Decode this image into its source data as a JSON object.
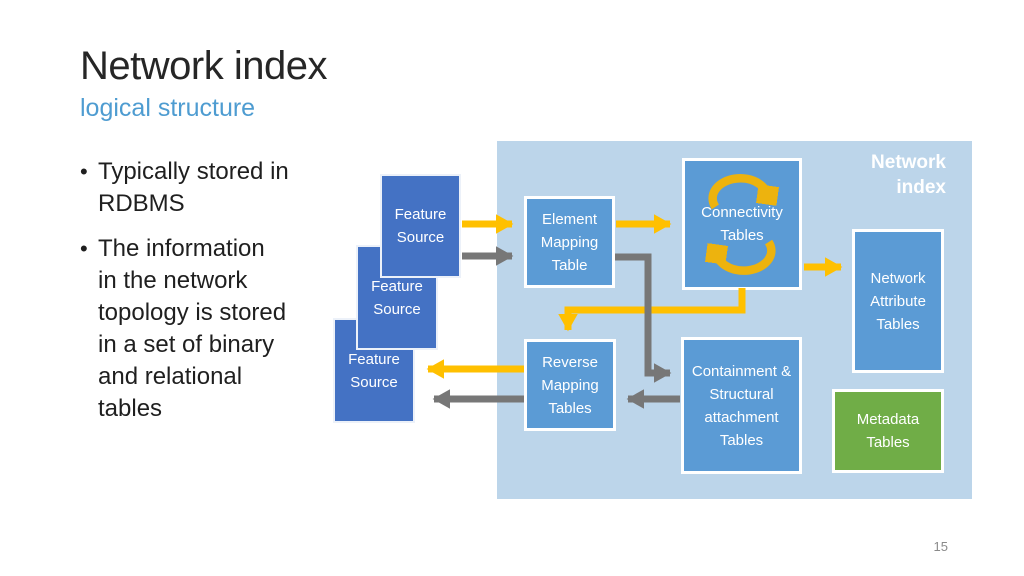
{
  "slide": {
    "title": "Network index",
    "subtitle": "logical structure",
    "bullet_marker": "•",
    "bullets": [
      "Typically stored in RDBMS",
      "The information in the network topology is stored in a set of binary and relational tables"
    ],
    "page_number": "15"
  },
  "diagram": {
    "overlay_label": "Network index",
    "colors": {
      "subtitle": "#4E9CD1",
      "panel_bg": "#BCD5EA",
      "feature_box": "#4472C4",
      "table_box": "#5B9BD5",
      "metadata_box": "#70AD47",
      "arrow_gold": "#FFC000",
      "arrow_gray": "#777777",
      "icon_gold": "#EDB30E"
    },
    "nodes": {
      "feature_source_1": "Feature Source",
      "feature_source_2": "Feature Source",
      "feature_source_3": "Feature Source",
      "element_mapping": "Element Mapping Table",
      "connectivity": "Connectivity Tables",
      "network_attribute": "Network Attribute Tables",
      "reverse_mapping": "Reverse Mapping Tables",
      "containment": "Containment & Structural attachment Tables",
      "metadata": "Metadata Tables"
    },
    "edges": [
      {
        "from": "Feature Source",
        "to": "Element Mapping Table",
        "color": "gold"
      },
      {
        "from": "Feature Source",
        "to": "Element Mapping Table",
        "color": "gray"
      },
      {
        "from": "Element Mapping Table",
        "to": "Connectivity Tables",
        "color": "gold"
      },
      {
        "from": "Element Mapping Table",
        "to": "Containment & Structural attachment Tables",
        "color": "gray"
      },
      {
        "from": "Connectivity Tables",
        "to": "Network Attribute Tables",
        "color": "gold"
      },
      {
        "from": "Connectivity Tables",
        "to": "Reverse Mapping Tables",
        "color": "gold"
      },
      {
        "from": "Containment & Structural attachment Tables",
        "to": "Reverse Mapping Tables",
        "color": "gray"
      },
      {
        "from": "Reverse Mapping Tables",
        "to": "Feature Source",
        "color": "gold"
      },
      {
        "from": "Reverse Mapping Tables",
        "to": "Feature Source",
        "color": "gray"
      }
    ]
  }
}
